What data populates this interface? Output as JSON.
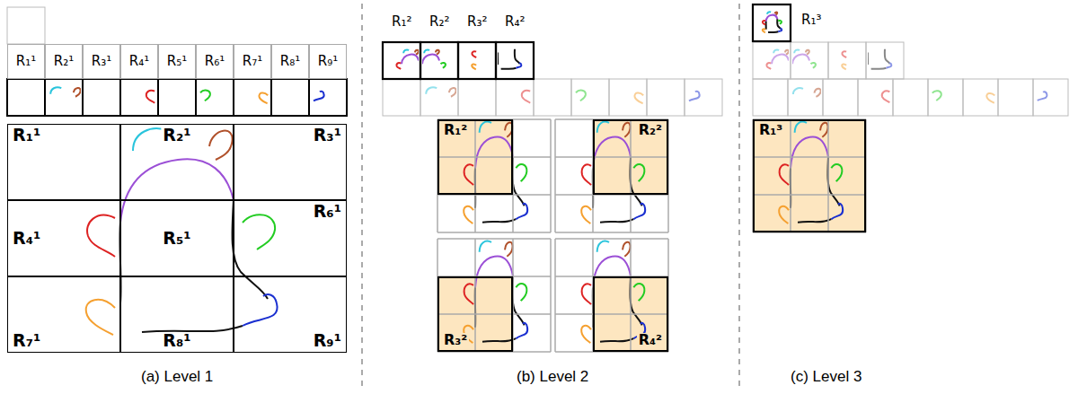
{
  "diagram": {
    "nodes": [
      {
        "text": [
          "R₁¹"
        ]
      },
      {
        "text": [
          "R₂¹"
        ]
      },
      {
        "text": [
          "R₃¹"
        ]
      },
      {
        "text": [
          "R₄¹"
        ]
      },
      {
        "text": [
          "R₅¹"
        ]
      },
      {
        "text": [
          "R₆¹"
        ]
      },
      {
        "text": [
          "R₇¹"
        ]
      },
      {
        "text": [
          "R₈¹"
        ]
      },
      {
        "text": [
          "R₉¹"
        ]
      },
      {
        "text": [
          "R₁¹"
        ]
      },
      {
        "text": [
          "R₂¹"
        ]
      },
      {
        "text": [
          "R₃¹"
        ]
      },
      {
        "text": [
          "R₄¹"
        ]
      },
      {
        "text": [
          "R₅¹"
        ]
      },
      {
        "text": [
          "R₆¹"
        ]
      },
      {
        "text": [
          "R₇¹"
        ]
      },
      {
        "text": [
          "R₈¹"
        ]
      },
      {
        "text": [
          "R₉¹"
        ]
      },
      {
        "text": [
          "R₁²"
        ]
      },
      {
        "text": [
          "R₂²"
        ]
      },
      {
        "text": [
          "R₃²"
        ]
      },
      {
        "text": [
          "R₄²"
        ]
      },
      {
        "text": [
          "R₁³"
        ]
      }
    ],
    "labels": [
      "R₁²",
      "R₂²",
      "R₃²",
      "R₄²",
      "R₁³",
      "(a) Level 1",
      "(b) Level 2",
      "(c) Level 3"
    ]
  }
}
